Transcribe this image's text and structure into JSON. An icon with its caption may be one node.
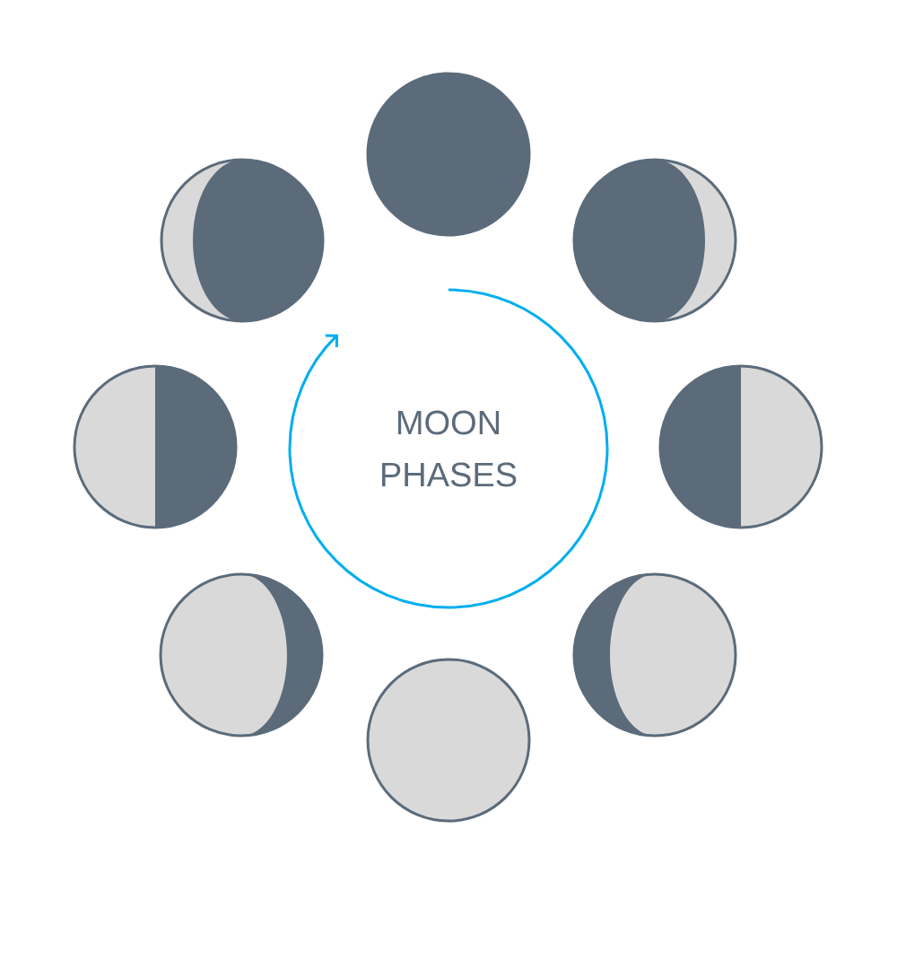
{
  "diagram": {
    "title": "MOON PHASES",
    "nodes": [
      {
        "text": [],
        "shape": "circle"
      },
      {
        "text": [],
        "shape": "circle"
      },
      {
        "text": [],
        "shape": "circle"
      },
      {
        "text": [],
        "shape": "circle"
      },
      {
        "text": [],
        "shape": "circle"
      },
      {
        "text": [],
        "shape": "circle"
      },
      {
        "text": [],
        "shape": "circle"
      },
      {
        "text": [],
        "shape": "circle"
      }
    ]
  }
}
